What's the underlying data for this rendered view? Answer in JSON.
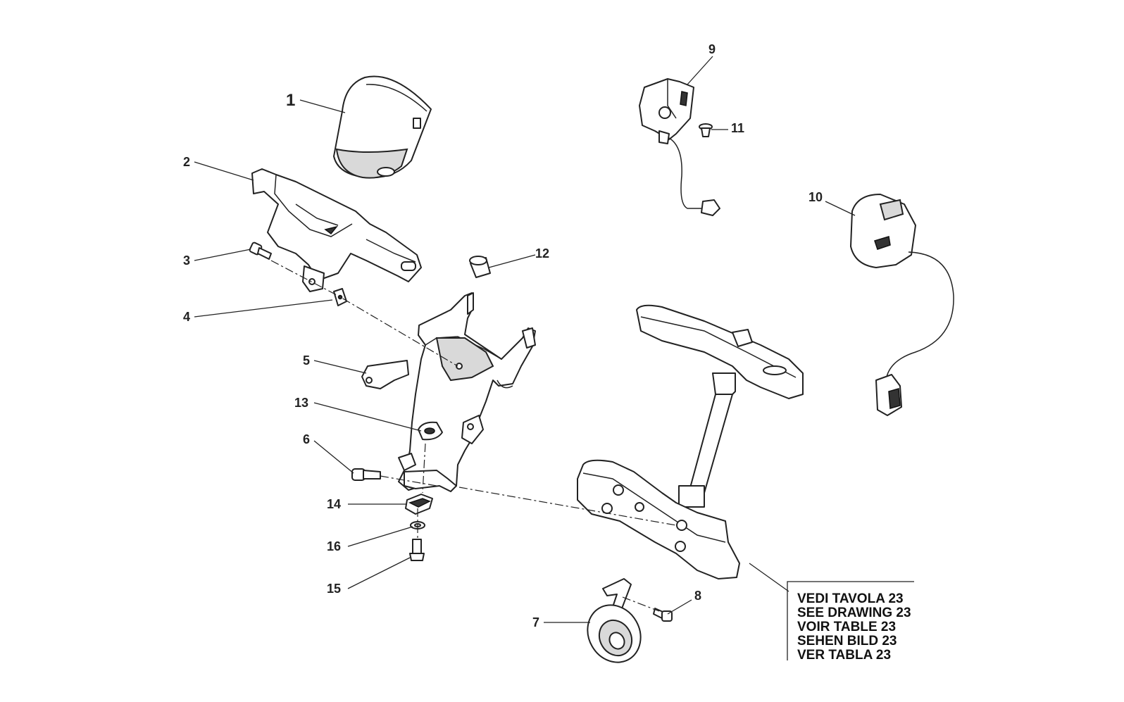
{
  "callouts": {
    "c1": "1",
    "c2": "2",
    "c3": "3",
    "c4": "4",
    "c5": "5",
    "c6": "6",
    "c7": "7",
    "c8": "8",
    "c9": "9",
    "c10": "10",
    "c11": "11",
    "c12": "12",
    "c13": "13",
    "c14": "14",
    "c15": "15",
    "c16": "16"
  },
  "note": {
    "lines": [
      "VEDI TAVOLA 23",
      "SEE DRAWING 23",
      "VOIR TABLE 23",
      "SEHEN BILD 23",
      "VER TABLA 23"
    ]
  }
}
